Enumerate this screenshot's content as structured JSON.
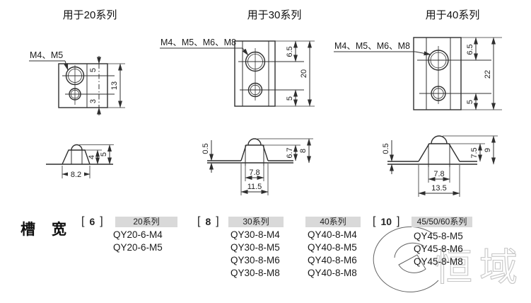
{
  "columns": [
    {
      "title": "用于20系列",
      "thread_label": "M4、M5",
      "front": {
        "d_top": "5",
        "d_total": "13",
        "d_bottom": "3"
      },
      "side": {
        "d_body": "4",
        "d_total": "5",
        "d_width": "8.2"
      }
    },
    {
      "title": "用于30系列",
      "thread_label": "M4、M5、M6、M8",
      "front": {
        "d_top": "6.5",
        "d_total": "20",
        "d_bottom": "5"
      },
      "side": {
        "d_flange": "0.5",
        "d_body": "6.7",
        "d_total": "8",
        "d_inner": "7.8",
        "d_outer": "11.5"
      }
    },
    {
      "title": "用于40系列",
      "thread_label": "M4、M5、M6、M8",
      "front": {
        "d_top": "6.5",
        "d_total": "22",
        "d_bottom": "5"
      },
      "side": {
        "d_flange": "0.5",
        "d_body": "7.5",
        "d_total": "9",
        "d_inner": "7.8",
        "d_outer": "13.5"
      }
    }
  ],
  "order_section": {
    "slot_width_label": "槽　宽",
    "groups": [
      {
        "bracket_open": "[",
        "slot_value": "6",
        "bracket_close": "]",
        "series": "20系列",
        "models": [
          "QY20-6-M4",
          "QY20-6-M5"
        ]
      },
      {
        "bracket_open": "[",
        "slot_value": "8",
        "bracket_close": "]",
        "series": "30系列",
        "models": [
          "QY30-8-M4",
          "QY30-8-M5",
          "QY30-8-M6",
          "QY30-8-M8"
        ]
      },
      {
        "series": "40系列",
        "models": [
          "QY40-8-M4",
          "QY40-8-M5",
          "QY40-8-M6",
          "QY40-8-M8"
        ]
      },
      {
        "bracket_open": "[",
        "slot_value": "10",
        "bracket_close": "]",
        "series": "45/50/60系列",
        "models": [
          "QY45-8-M5",
          "QY45-8-M6",
          "QY45-8-M8"
        ]
      }
    ]
  },
  "watermark": {
    "text": "恒域"
  },
  "colors": {
    "line": "#2f2f2f",
    "series_bar_bg": "#d9d9d9",
    "watermark": "#b3b3b3"
  }
}
